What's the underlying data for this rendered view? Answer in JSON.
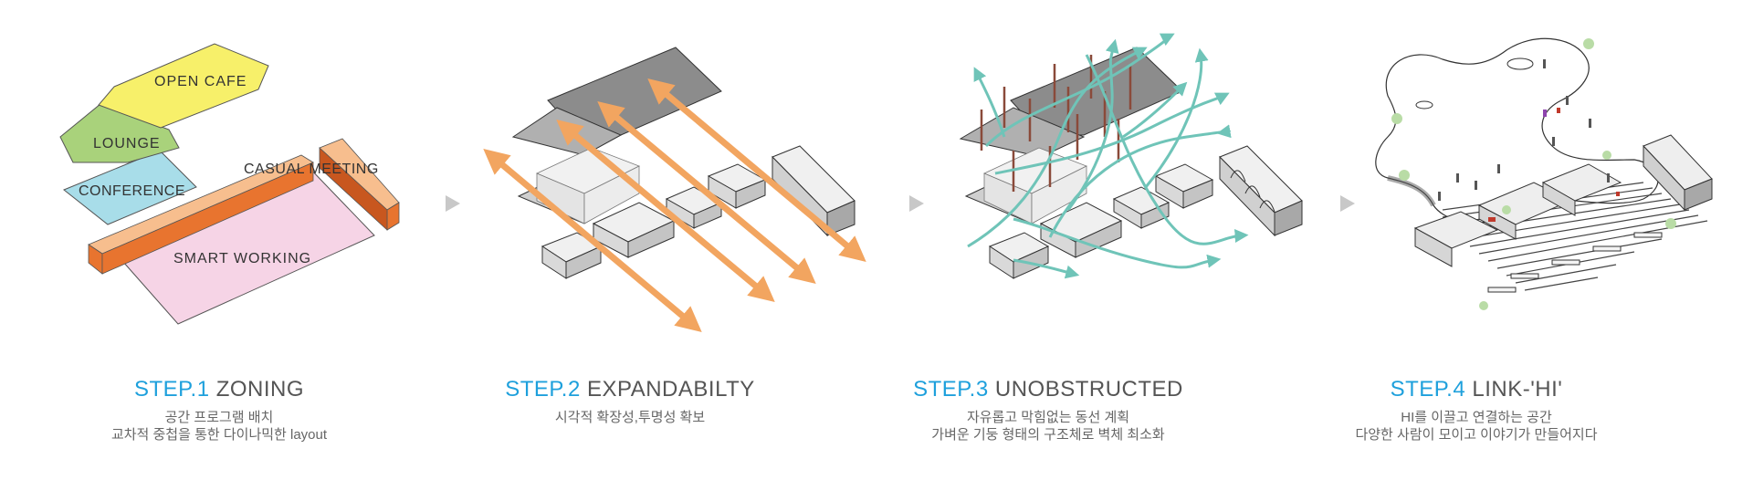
{
  "zones": {
    "open_cafe": "OPEN CAFE",
    "lounge": "LOUNGE",
    "conference": "CONFERENCE",
    "casual_meeting": "CASUAL MEETING",
    "smart_working": "SMART WORKING"
  },
  "steps": [
    {
      "step": "STEP.1",
      "name": "ZONING",
      "lines": [
        "공간 프로그램 배치",
        "교차적 중첩을 통한 다이나믹한 layout"
      ]
    },
    {
      "step": "STEP.2",
      "name": "EXPANDABILTY",
      "lines": [
        "시각적 확장성,투명성 확보"
      ]
    },
    {
      "step": "STEP.3",
      "name": "UNOBSTRUCTED",
      "lines": [
        "자유롭고 막힘없는 동선 계획",
        "가벼운 기둥 형태의 구조체로 벽체 최소화"
      ]
    },
    {
      "step": "STEP.4",
      "name": "LINK-'HI'",
      "lines": [
        "HI를 이끌고 연결하는 공간",
        "다양한 사람이 모이고 이야기가 만들어지다"
      ]
    }
  ],
  "colors": {
    "step_blue": "#1ea0dc",
    "orange_arrow": "#f2a560",
    "teal_flow": "#6fc4b8",
    "yellow": "#f7f06a",
    "green": "#a9d27b",
    "cyan": "#a8dde9",
    "pink": "#f6d4e6",
    "salmon": "#f7be8e",
    "dark_orange": "#e8742f"
  },
  "icons": [
    "chevron-right-icon"
  ]
}
